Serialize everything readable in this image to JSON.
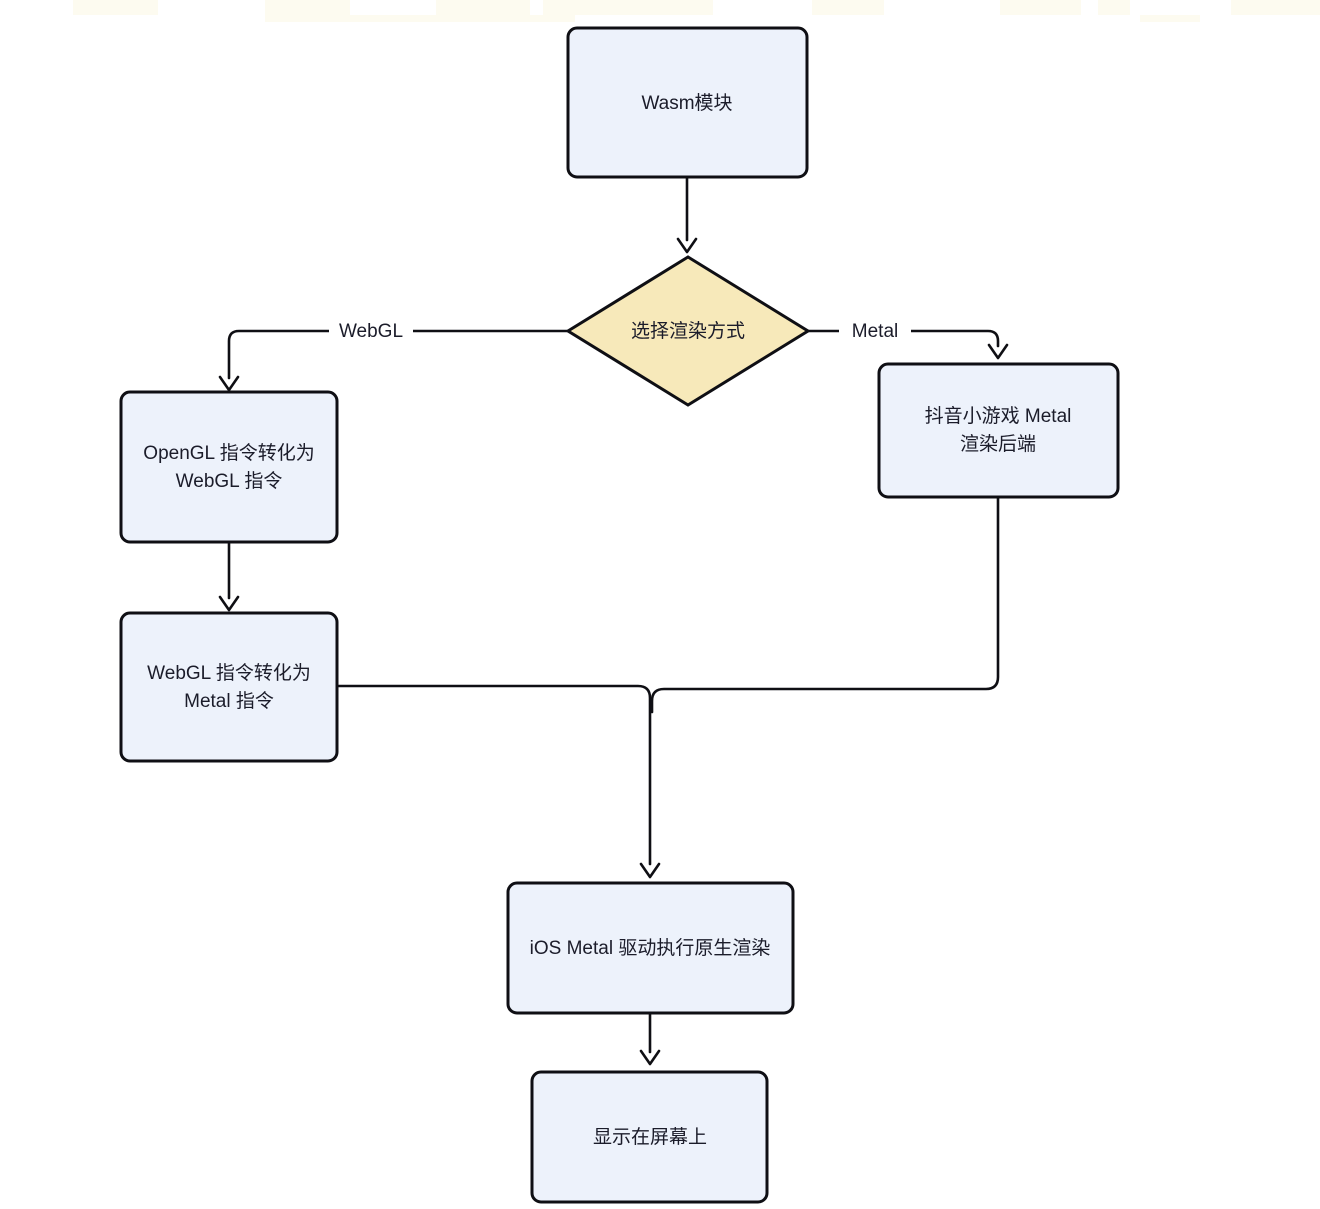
{
  "diagram": {
    "type": "flowchart",
    "colors": {
      "background": "#ffffff",
      "node_fill": "#edf2fb",
      "decision_fill": "#f7e9ba",
      "border": "#0f0f14",
      "text": "#1b1c2a"
    },
    "nodes": {
      "wasm_module": {
        "label": "Wasm模块"
      },
      "decision": {
        "label": "选择渲染方式"
      },
      "opengl_convert": {
        "line1": "OpenGL 指令转化为",
        "line2": "WebGL 指令"
      },
      "webgl_convert": {
        "line1": "WebGL 指令转化为",
        "line2": "Metal 指令"
      },
      "metal_backend": {
        "line1": "抖音小游戏 Metal",
        "line2": "渲染后端"
      },
      "ios_render": {
        "label": "iOS Metal 驱动执行原生渲染"
      },
      "display_screen": {
        "label": "显示在屏幕上"
      }
    },
    "edge_labels": {
      "webgl": "WebGL",
      "metal": "Metal"
    }
  }
}
